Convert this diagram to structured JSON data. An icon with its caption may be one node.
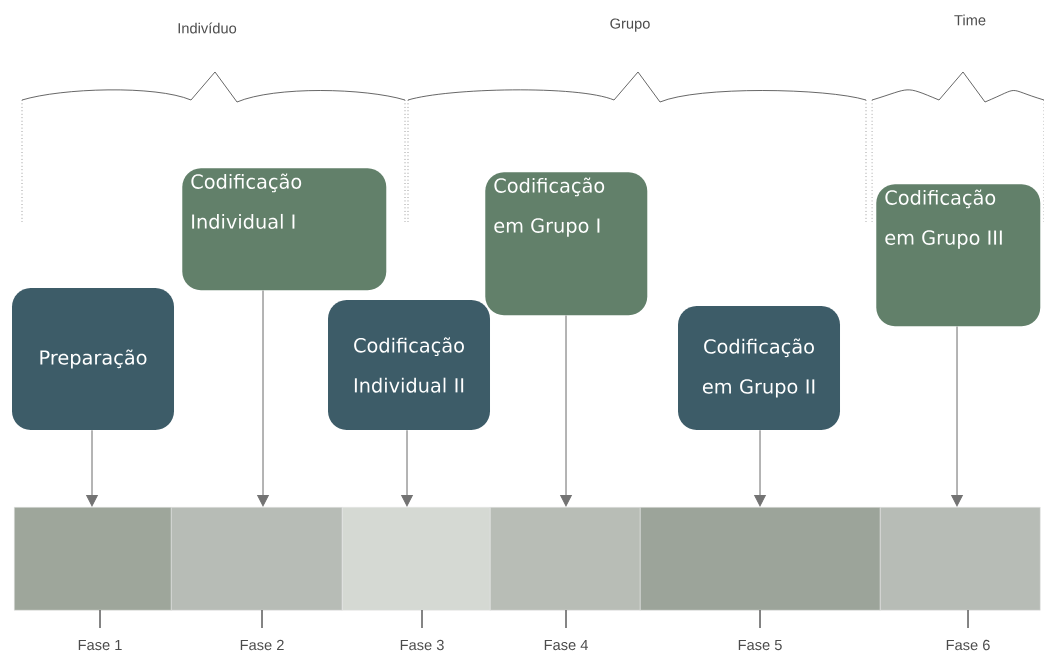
{
  "diagram": {
    "nodes": [
      {
        "text": [
          "Preparação"
        ]
      },
      {
        "text": [
          "Codificação Individual I"
        ]
      },
      {
        "text": [
          "Codificação Individual II"
        ]
      },
      {
        "text": [
          "Codificação em Grupo I"
        ]
      },
      {
        "text": [
          "Codificação em Grupo II"
        ]
      },
      {
        "text": [
          "Codificação em Grupo III"
        ]
      },
      {
        "text": [],
        "shape": "bar",
        "beside": [
          "Fase 1"
        ]
      },
      {
        "text": [],
        "shape": "bar",
        "beside": [
          "Fase 2"
        ]
      },
      {
        "text": [],
        "shape": "bar",
        "beside": [
          "Fase 3"
        ]
      },
      {
        "text": [],
        "shape": "bar",
        "beside": [
          "Fase 4"
        ]
      },
      {
        "text": [],
        "shape": "bar",
        "beside": [
          "Fase 5"
        ]
      },
      {
        "text": [],
        "shape": "bar",
        "beside": [
          "Fase 6"
        ]
      }
    ],
    "edges": [
      {
        "from": 0,
        "to": 6,
        "arrow": "to"
      },
      {
        "from": 1,
        "to": 7,
        "arrow": "to"
      },
      {
        "from": 2,
        "to": 8,
        "arrow": "to"
      },
      {
        "from": 3,
        "to": 9,
        "arrow": "to"
      },
      {
        "from": 4,
        "to": 10,
        "arrow": "to"
      },
      {
        "from": 5,
        "to": 11,
        "arrow": "to"
      }
    ],
    "labels": [
      "Indivíduo",
      "Grupo",
      "Time"
    ]
  }
}
